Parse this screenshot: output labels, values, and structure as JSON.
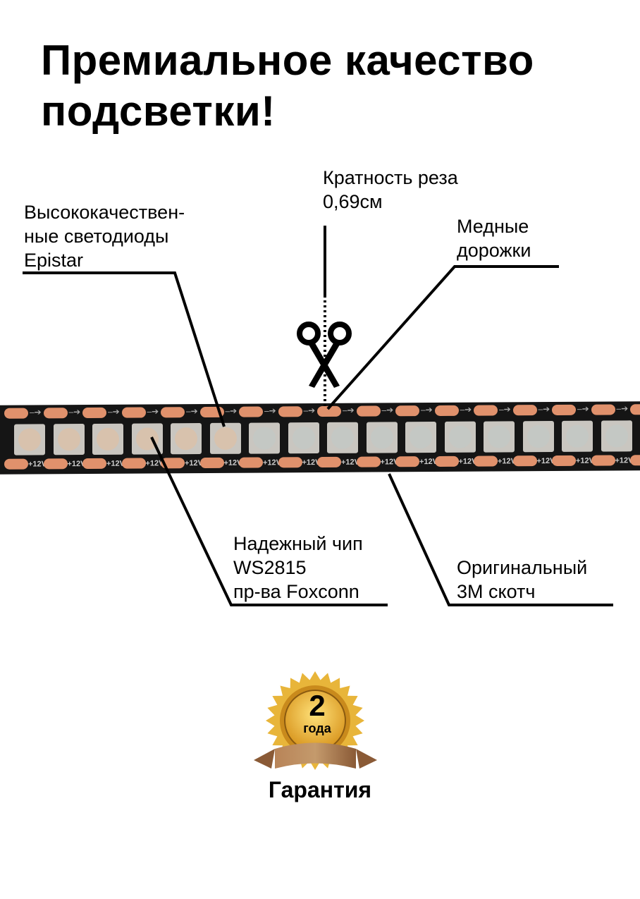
{
  "title": {
    "line1": "Премиальное качество",
    "line2": "подсветки!"
  },
  "labels": {
    "leds": {
      "line1": "Высококачествен-",
      "line2": "ные светодиоды",
      "line3": "Epistar"
    },
    "cut": {
      "line1": "Кратность реза",
      "line2": "0,69см"
    },
    "copper": {
      "line1": "Медные",
      "line2": "дорожки"
    },
    "chip": {
      "line1": "Надежный чип",
      "line2": "WS2815",
      "line3": "пр-ва Foxconn"
    },
    "tape": {
      "line1": "Оригинальный",
      "line2": "3M скотч"
    }
  },
  "strip": {
    "voltage_label": "+12V"
  },
  "badge": {
    "number": "2",
    "unit": "года",
    "caption": "Гарантия"
  },
  "colors": {
    "strip": "#151515",
    "copper": "#e0916c",
    "gold": "#e8b53a",
    "ribbon": "#a0704a"
  }
}
